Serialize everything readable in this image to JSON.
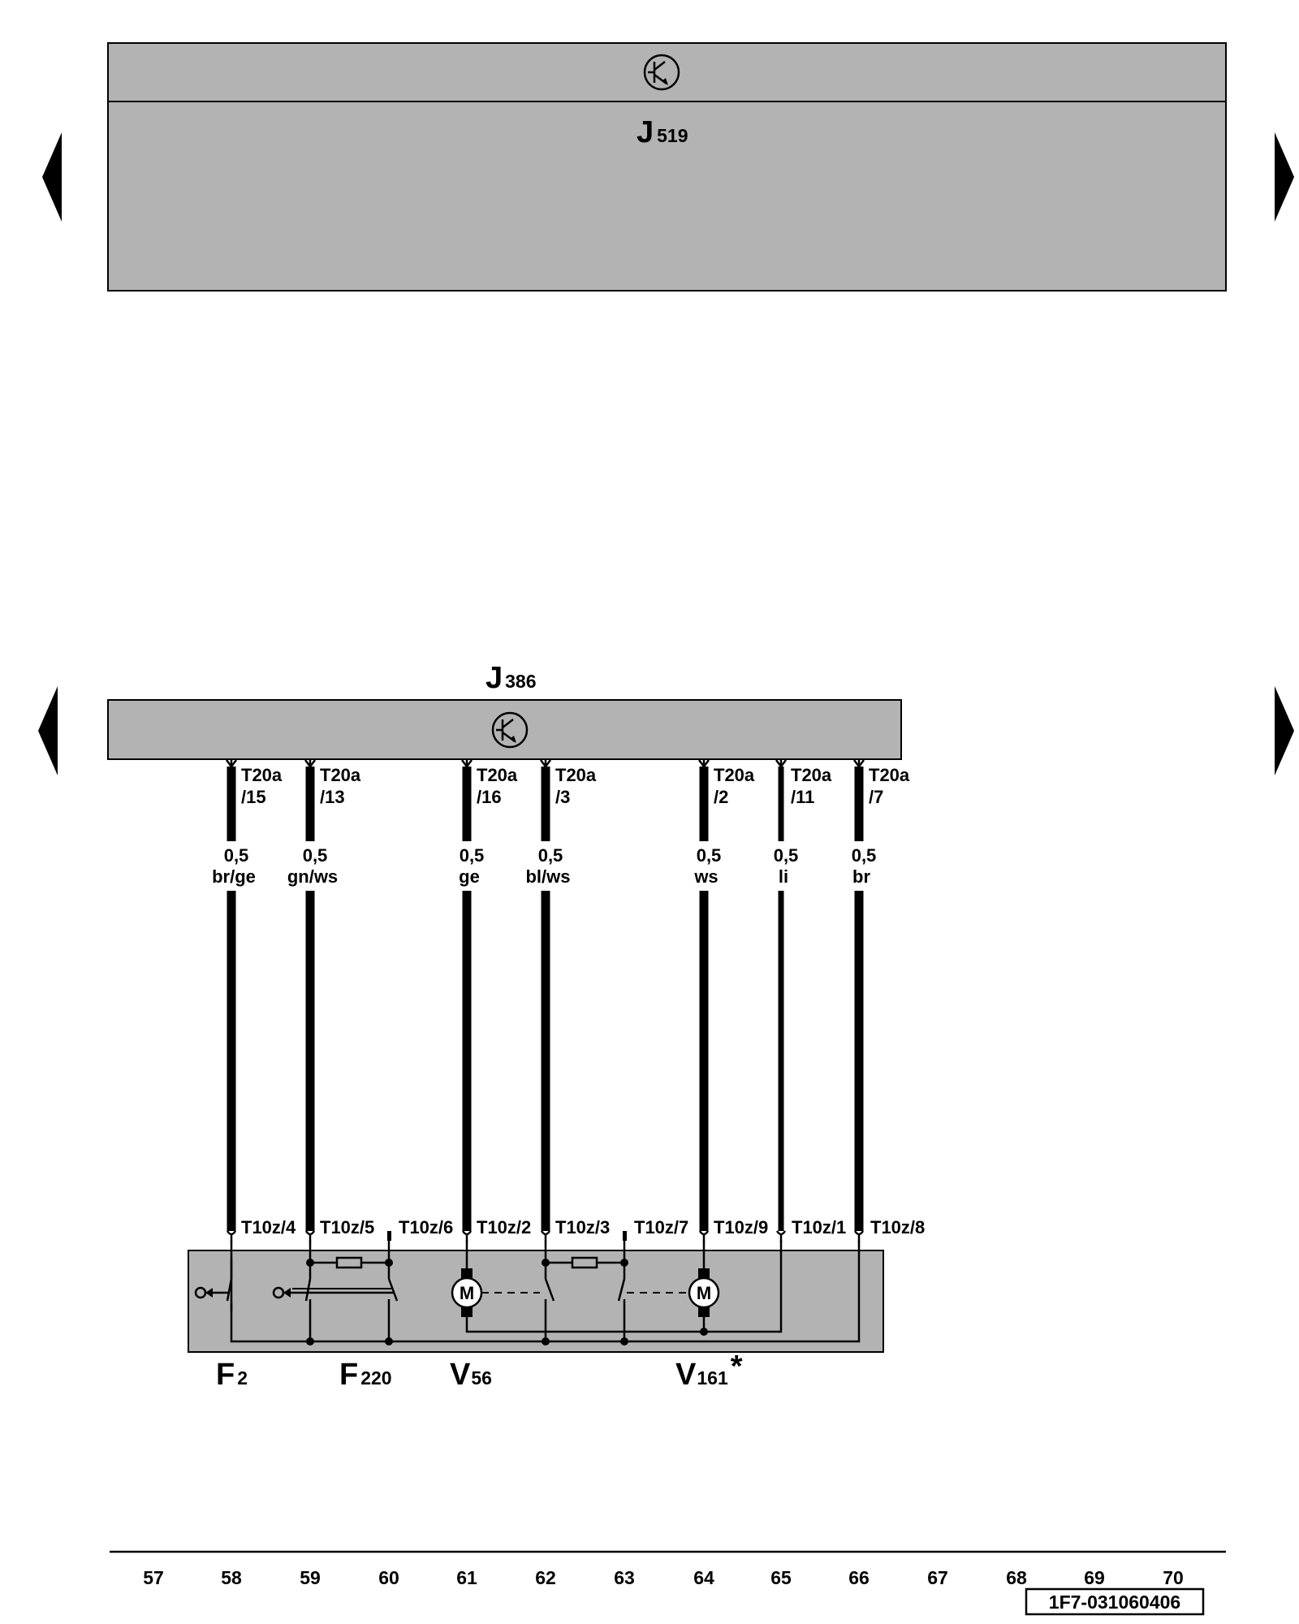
{
  "components": {
    "top_unit": {
      "letter": "J",
      "number": "519"
    },
    "mid_unit": {
      "letter": "J",
      "number": "386"
    },
    "f2": {
      "letter": "F",
      "number": "2"
    },
    "f220": {
      "letter": "F",
      "number": "220"
    },
    "v56": {
      "letter": "V",
      "number": "56"
    },
    "v161": {
      "letter": "V",
      "number": "161",
      "mark": "*"
    }
  },
  "motor_label": "M",
  "icons": {
    "control_unit": "transistor-circle-icon",
    "nav_left": "triangle-left-icon",
    "nav_right": "triangle-right-icon",
    "motor": "motor-circle-icon",
    "resistor": "resistor-icon",
    "switch": "switch-contact-icon"
  },
  "wires": [
    {
      "conn": "T20a",
      "pin": "/15",
      "gauge": "0,5",
      "color": "br/ge"
    },
    {
      "conn": "T20a",
      "pin": "/13",
      "gauge": "0,5",
      "color": "gn/ws"
    },
    {
      "conn": "T20a",
      "pin": "/16",
      "gauge": "0,5",
      "color": "ge"
    },
    {
      "conn": "T20a",
      "pin": "/3",
      "gauge": "0,5",
      "color": "bl/ws"
    },
    {
      "conn": "T20a",
      "pin": "/2",
      "gauge": "0,5",
      "color": "ws"
    },
    {
      "conn": "T20a",
      "pin": "/11",
      "gauge": "0,5",
      "color": "li"
    },
    {
      "conn": "T20a",
      "pin": "/7",
      "gauge": "0,5",
      "color": "br"
    }
  ],
  "lower_pins": [
    "T10z/4",
    "T10z/5",
    "T10z/6",
    "T10z/2",
    "T10z/3",
    "T10z/7",
    "T10z/9",
    "T10z/1",
    "T10z/8"
  ],
  "ruler": [
    "57",
    "58",
    "59",
    "60",
    "61",
    "62",
    "63",
    "64",
    "65",
    "66",
    "67",
    "68",
    "69",
    "70"
  ],
  "reference": "1F7-031060406",
  "colors": {
    "unit_fill": "#b3b3b3",
    "line": "#000000",
    "background": "#ffffff"
  }
}
